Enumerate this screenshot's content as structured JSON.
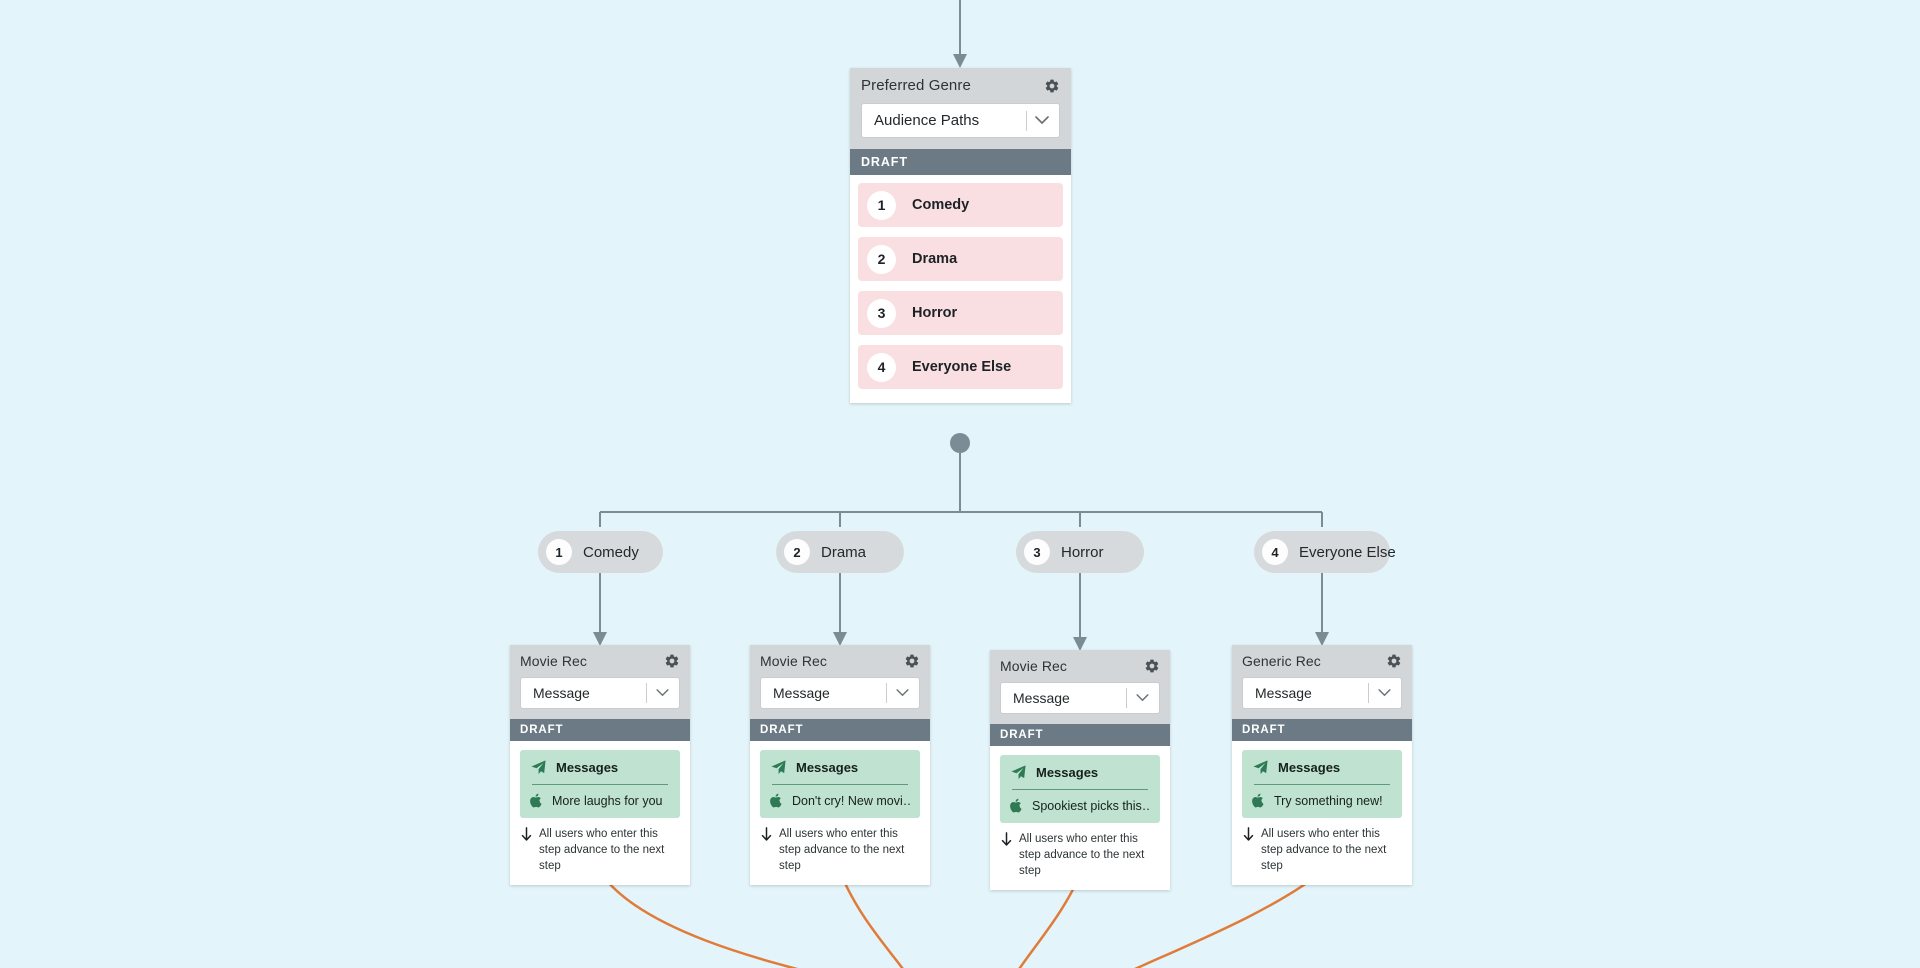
{
  "canvas": {
    "background": "#e3f5fa",
    "accent_orange": "#e07b39",
    "draft_gray": "#6b7a84",
    "header_gray": "#d3d6d8",
    "path_pink": "#f9dfe1",
    "green": "#bfe3d0",
    "wire_gray": "#7b8c94"
  },
  "genre_card": {
    "title": "Preferred Genre",
    "gear_icon": "gear-icon",
    "select_value": "Audience Paths",
    "select_chevron_icon": "chevron-down-icon",
    "status": "DRAFT",
    "paths": [
      {
        "num": "1",
        "label": "Comedy"
      },
      {
        "num": "2",
        "label": "Drama"
      },
      {
        "num": "3",
        "label": "Horror"
      },
      {
        "num": "4",
        "label": "Everyone Else"
      }
    ]
  },
  "branch_pills": [
    {
      "num": "1",
      "label": "Comedy"
    },
    {
      "num": "2",
      "label": "Drama"
    },
    {
      "num": "3",
      "label": "Horror"
    },
    {
      "num": "4",
      "label": "Everyone Else"
    }
  ],
  "message_cards": [
    {
      "title": "Movie Rec",
      "gear_icon": "gear-icon",
      "select_value": "Message",
      "select_chevron_icon": "chevron-down-icon",
      "status": "DRAFT",
      "channel_icon": "paper-plane-icon",
      "channel": "Messages",
      "message_icon": "apple-icon",
      "message": "More laughs for you",
      "footer_icon": "arrow-down-icon",
      "footer": "All users who enter this step advance to the next step"
    },
    {
      "title": "Movie Rec",
      "gear_icon": "gear-icon",
      "select_value": "Message",
      "select_chevron_icon": "chevron-down-icon",
      "status": "DRAFT",
      "channel_icon": "paper-plane-icon",
      "channel": "Messages",
      "message_icon": "apple-icon",
      "message": "Don't cry! New movi…",
      "footer_icon": "arrow-down-icon",
      "footer": "All users who enter this step advance to the next step"
    },
    {
      "title": "Movie Rec",
      "gear_icon": "gear-icon",
      "select_value": "Message",
      "select_chevron_icon": "chevron-down-icon",
      "status": "DRAFT",
      "channel_icon": "paper-plane-icon",
      "channel": "Messages",
      "message_icon": "apple-icon",
      "message": "Spookiest picks this…",
      "footer_icon": "arrow-down-icon",
      "footer": "All users who enter this step advance to the next step"
    },
    {
      "title": "Generic Rec",
      "gear_icon": "gear-icon",
      "select_value": "Message",
      "select_chevron_icon": "chevron-down-icon",
      "status": "DRAFT",
      "channel_icon": "paper-plane-icon",
      "channel": "Messages",
      "message_icon": "apple-icon",
      "message": "Try something new!",
      "footer_icon": "arrow-down-icon",
      "footer": "All users who enter this step advance to the next step"
    }
  ]
}
